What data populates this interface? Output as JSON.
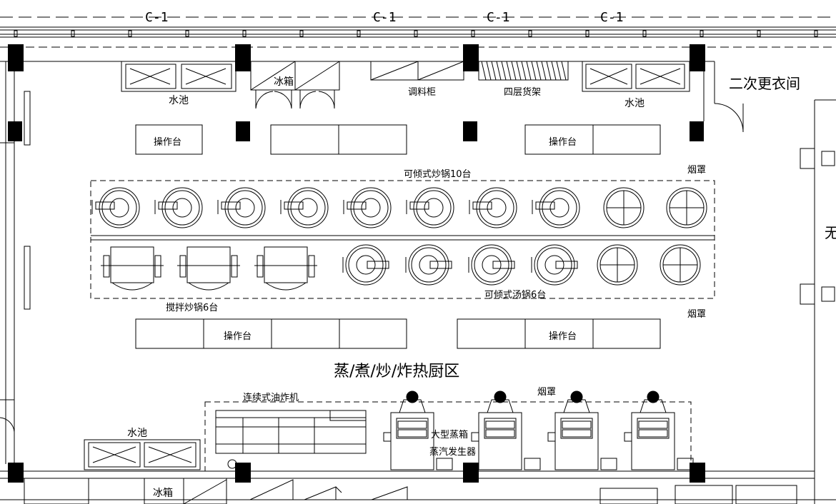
{
  "grid_labels": [
    "C-1",
    "C-1",
    "C-1",
    "C-1"
  ],
  "rooms": {
    "main": "蒸/煮/炒/炸热厨区",
    "changing": "二次更衣间",
    "right_partial": "无"
  },
  "equipment": {
    "sink": "水池",
    "fridge": "冰箱",
    "seasoning_cabinet": "调料柜",
    "shelf": "四层货架",
    "workbench": "操作台",
    "hood": "烟罩",
    "tilting_wok": "可倾式炒锅10台",
    "mixer_wok": "搅拌炒锅6台",
    "tilting_soup": "可倾式汤锅6台",
    "fryer": "连续式油炸机",
    "steamer": "大型蒸箱",
    "steam_gen": "蒸汽发生器"
  }
}
